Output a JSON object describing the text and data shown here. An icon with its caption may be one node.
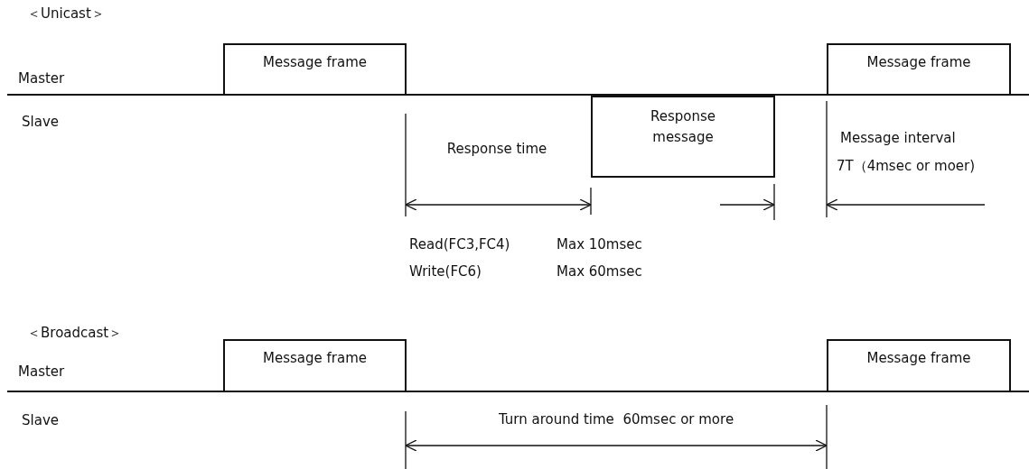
{
  "diagram": {
    "nodes": [
      {
        "text": [
          "Message frame"
        ]
      },
      {
        "text": [
          "Message frame"
        ]
      },
      {
        "text": [
          "Response message"
        ]
      },
      {
        "text": [
          "Message frame"
        ]
      },
      {
        "text": [
          "Message frame"
        ]
      }
    ],
    "labels": [
      "＜Unicast＞",
      "Master",
      "Slave",
      "Response time",
      "Message interval",
      "7T（4msec or moer)",
      "Read(FC3,FC4)",
      "Max 10msec",
      "Write(FC6)",
      "Max 60msec",
      "＜Broadcast＞",
      "Master",
      "Slave",
      "Turn around time  60msec or more"
    ]
  }
}
